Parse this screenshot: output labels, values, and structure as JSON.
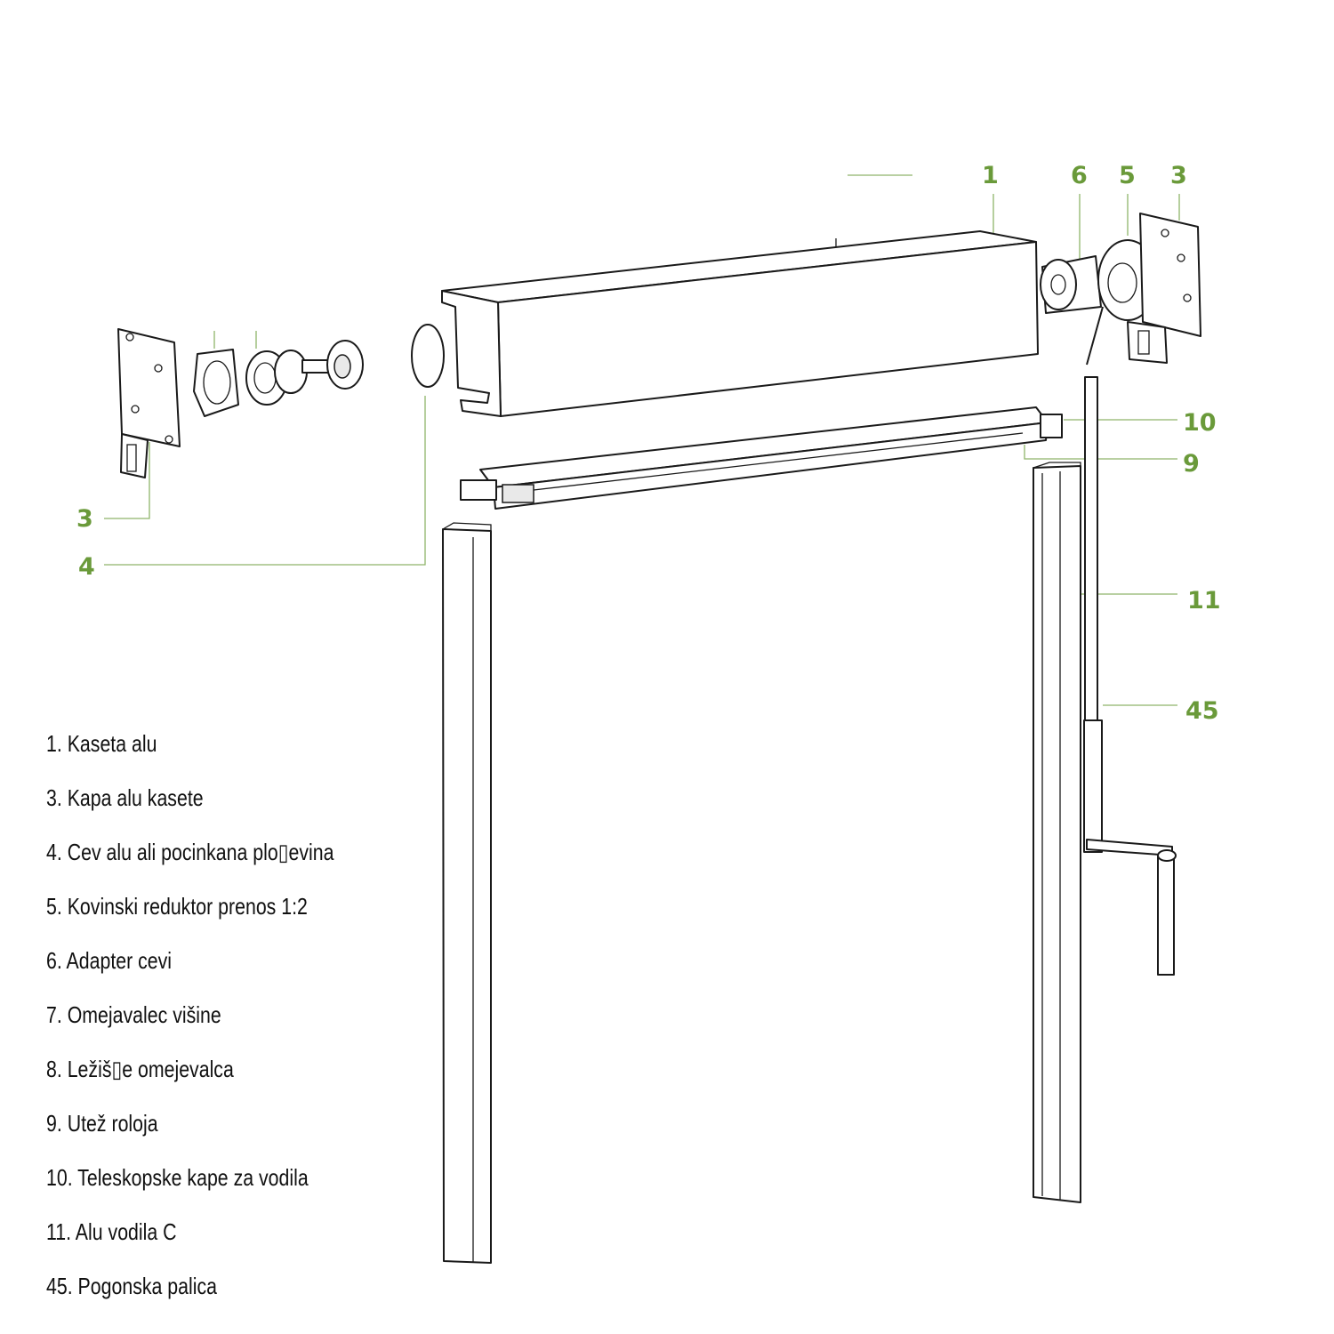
{
  "callouts": [
    {
      "id": "c1",
      "number": "1"
    },
    {
      "id": "c6",
      "number": "6"
    },
    {
      "id": "c5",
      "number": "5"
    },
    {
      "id": "c3r",
      "number": "3"
    },
    {
      "id": "c10",
      "number": "10"
    },
    {
      "id": "c9",
      "number": "9"
    },
    {
      "id": "c3l",
      "number": "3"
    },
    {
      "id": "c4",
      "number": "4"
    },
    {
      "id": "c11",
      "number": "11"
    },
    {
      "id": "c45",
      "number": "45"
    }
  ],
  "legend": [
    {
      "text": "1. Kaseta alu"
    },
    {
      "text": "3. Kapa alu kasete"
    },
    {
      "text": "4. Cev alu ali pocinkana plo▯evina"
    },
    {
      "text": "5. Kovinski reduktor prenos 1:2"
    },
    {
      "text": "6. Adapter cevi"
    },
    {
      "text": "7. Omejavalec višine"
    },
    {
      "text": "8. Ležiš▯e omejevalca"
    },
    {
      "text": "9. Utež roloja"
    },
    {
      "text": "10. Teleskopske kape za vodila"
    },
    {
      "text": "11. Alu vodila C"
    },
    {
      "text": "45. Pogonska palica"
    }
  ],
  "colors": {
    "callout": "#6a9a3a",
    "leader": "#8fb56a",
    "outline": "#1a1a1a"
  }
}
